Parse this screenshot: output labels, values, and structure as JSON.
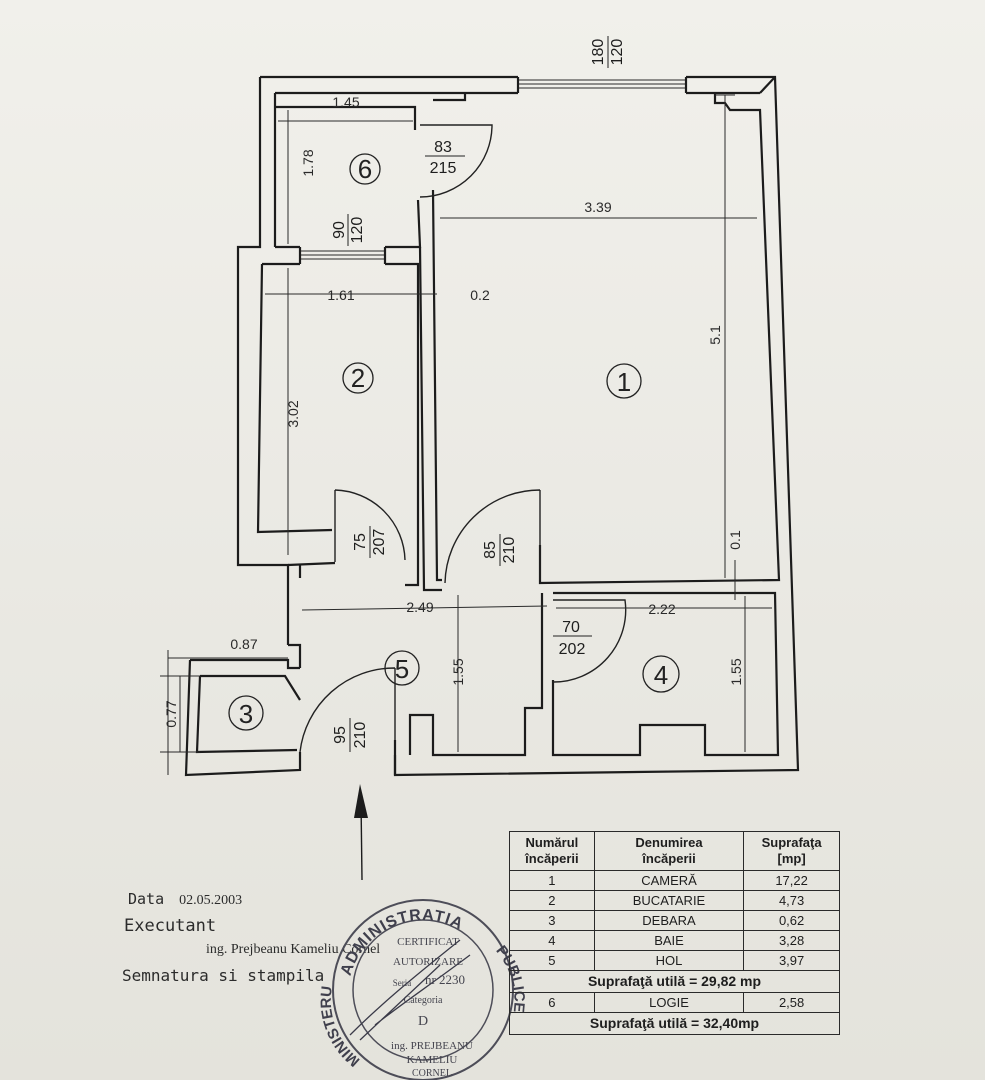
{
  "plan": {
    "rooms": [
      {
        "id": "1",
        "label": "1"
      },
      {
        "id": "2",
        "label": "2"
      },
      {
        "id": "3",
        "label": "3"
      },
      {
        "id": "4",
        "label": "4"
      },
      {
        "id": "5",
        "label": "5"
      },
      {
        "id": "6",
        "label": "6"
      }
    ],
    "dimensions": {
      "d_1_45": "1.45",
      "d_1_78": "1.78",
      "d_3_39": "3.39",
      "d_5_1": "5.1",
      "d_1_61": "1.61",
      "d_0_2": "0.2",
      "d_3_02": "3.02",
      "d_0_1": "0.1",
      "d_2_49": "2.49",
      "d_2_22": "2.22",
      "d_0_87": "0.87",
      "d_1_55_a": "1.55",
      "d_1_55_b": "1.55",
      "d_0_77": "0.77"
    },
    "openings": {
      "window_top": {
        "top": "180",
        "bottom": "120"
      },
      "door_6": {
        "top": "83",
        "bottom": "215"
      },
      "window_6": {
        "top": "90",
        "bottom": "120"
      },
      "door_2": {
        "top": "75",
        "bottom": "207"
      },
      "door_1": {
        "top": "85",
        "bottom": "210"
      },
      "door_4": {
        "top": "70",
        "bottom": "202"
      },
      "door_entry": {
        "top": "95",
        "bottom": "210"
      }
    }
  },
  "signature": {
    "date_label": "Data",
    "date_value": "02.05.2003",
    "executant_label": "Executant",
    "engineer": "ing. Prejbeanu Kameliu Cornel",
    "sign_label": "Semnatura si stampila"
  },
  "stamp": {
    "ring_top": "ADMINISTRATIA",
    "ring_right": "PUBLICE",
    "ring_left": "MINISTERU",
    "line1": "CERTIFICAT",
    "line2": "AUTORIZARE",
    "serial": "Seria",
    "number": "nr 2230",
    "cat_label": "Categoria",
    "cat_value": "D",
    "name1": "ing. PREJBEANU",
    "name2": "KAMELIU",
    "name3": "CORNEL"
  },
  "table": {
    "headers": [
      [
        "Numărul",
        "încăperii"
      ],
      [
        "Denumirea",
        "încăperii"
      ],
      [
        "Suprafaţa",
        "[mp]"
      ]
    ],
    "rows": [
      {
        "no": "1",
        "name": "CAMERĂ",
        "area": "17,22"
      },
      {
        "no": "2",
        "name": "BUCATARIE",
        "area": "4,73"
      },
      {
        "no": "3",
        "name": "DEBARA",
        "area": "0,62"
      },
      {
        "no": "4",
        "name": "BAIE",
        "area": "3,28"
      },
      {
        "no": "5",
        "name": "HOL",
        "area": "3,97"
      }
    ],
    "subtotal": "Suprafaţă utilă  =  29,82 mp",
    "extra_row": {
      "no": "6",
      "name": "LOGIE",
      "area": "2,58"
    },
    "total": "Suprafaţă utilă  =  32,40mp"
  }
}
